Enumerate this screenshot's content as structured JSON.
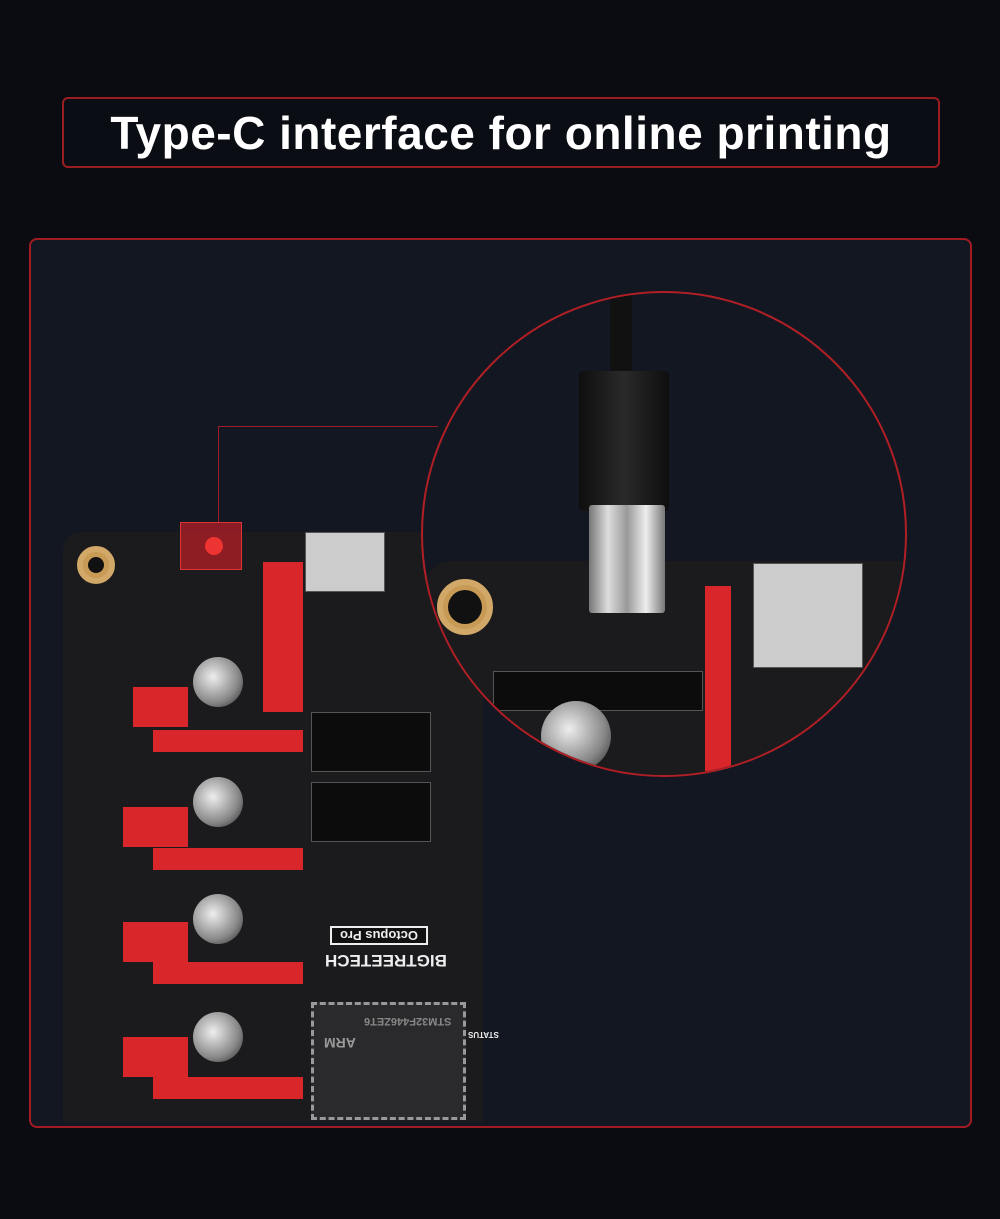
{
  "header": {
    "title": "Type-C interface for online printing"
  },
  "board": {
    "model_label": "Octopus Pro",
    "brand_label": "BIGTREETECH",
    "status_label": "STATUS",
    "mcu_label": "STM32F446ZET6",
    "arm_label": "ARM"
  },
  "colors": {
    "accent": "#a01c22",
    "background": "#0a0c12",
    "panel": "#131722",
    "connector_red": "#d8262b"
  }
}
